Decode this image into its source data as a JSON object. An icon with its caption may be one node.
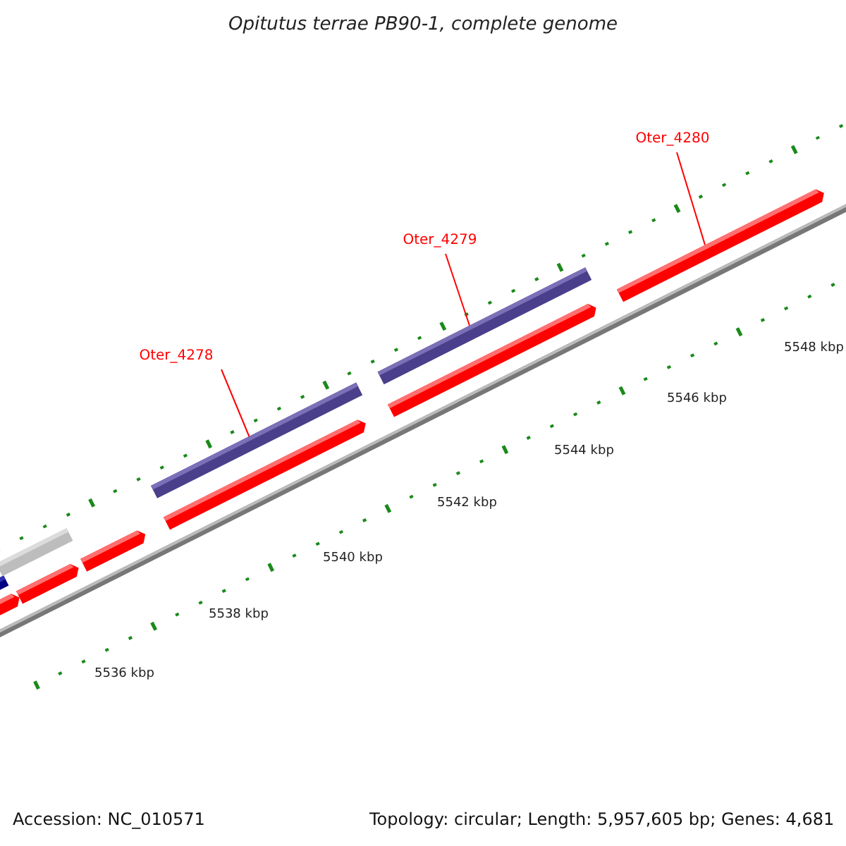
{
  "diagram": {
    "title": "Opitutus terrae PB90-1, complete genome",
    "nodes": [
      {
        "text": [
          "Oter_4278"
        ]
      },
      {
        "text": [
          "Oter_4279"
        ]
      },
      {
        "text": [
          "Oter_4280"
        ]
      },
      {
        "text": [],
        "shape": "bar"
      },
      {
        "text": [],
        "shape": "bar"
      },
      {
        "text": [],
        "shape": "bar"
      }
    ],
    "edges": [
      {
        "from": 0,
        "to": 3,
        "arrow": "none"
      },
      {
        "from": 1,
        "to": 4,
        "arrow": "none"
      },
      {
        "from": 2,
        "to": 5,
        "arrow": "none"
      }
    ],
    "labels": [
      "5548 kbp",
      "5546 kbp",
      "5544 kbp",
      "5542 kbp",
      "5540 kbp",
      "5538 kbp",
      "5536 kbp",
      "Accession: NC_010571",
      "Topology: circular; Length: 5,957,605 bp; Genes: 4,681"
    ]
  }
}
